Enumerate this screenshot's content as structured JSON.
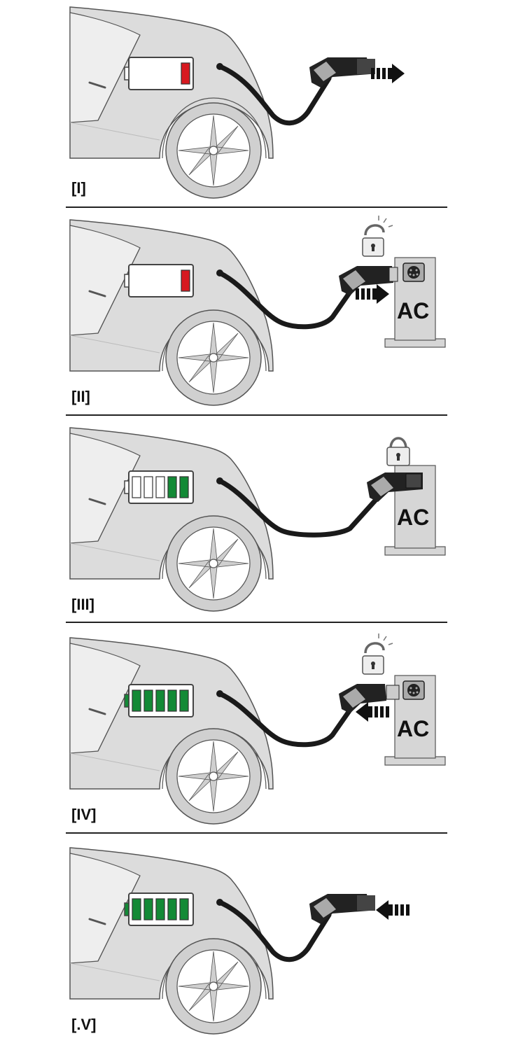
{
  "steps": [
    {
      "label": "[I]",
      "battery": {
        "filled": 1,
        "total": 5,
        "state": "low"
      },
      "station": false,
      "lock": "none",
      "arrow": "away"
    },
    {
      "label": "[II]",
      "battery": {
        "filled": 1,
        "total": 5,
        "state": "low"
      },
      "station": true,
      "lock": "unlocked",
      "arrow": "toward-station"
    },
    {
      "label": "[III]",
      "battery": {
        "filled": 2,
        "total": 5,
        "state": "charging"
      },
      "station": true,
      "lock": "locked",
      "arrow": "none"
    },
    {
      "label": "[IV]",
      "battery": {
        "filled": 5,
        "total": 5,
        "state": "full"
      },
      "station": true,
      "lock": "unlocked",
      "arrow": "from-station"
    },
    {
      "label": "[.V]",
      "battery": {
        "filled": 5,
        "total": 5,
        "state": "full"
      },
      "station": false,
      "lock": "none",
      "arrow": "toward-car"
    }
  ],
  "station_label": "AC",
  "colors": {
    "car_body": "#dcdcdc",
    "car_glass": "#eeeeee",
    "outline": "#555555",
    "battery_low": "#d71920",
    "battery_charge": "#138a36",
    "cable": "#1a1a1a",
    "station": "#d6d6d6"
  },
  "icons": [
    "car-icon",
    "battery-icon",
    "charging-plug-icon",
    "charging-station-icon",
    "padlock-icon",
    "arrow-icon"
  ]
}
